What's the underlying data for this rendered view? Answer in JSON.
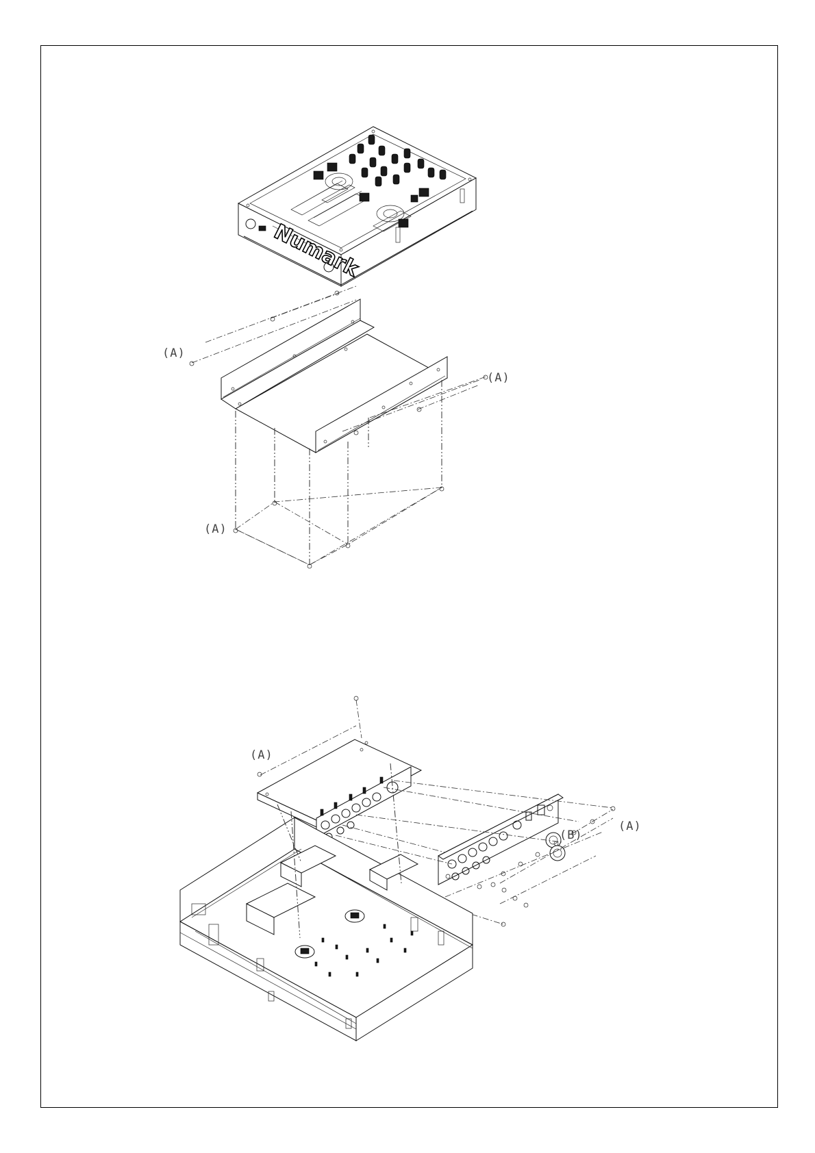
{
  "callouts": {
    "top_left": "(A)",
    "top_right": "(A)",
    "top_bottom_left": "(A)",
    "bottom_left": "(A)",
    "bottom_right": "(A)",
    "bottom_b": "(B)"
  },
  "logo_text": "Numark",
  "colors": {
    "line": "#111111",
    "page": "#ffffff",
    "frame": "#000000"
  }
}
